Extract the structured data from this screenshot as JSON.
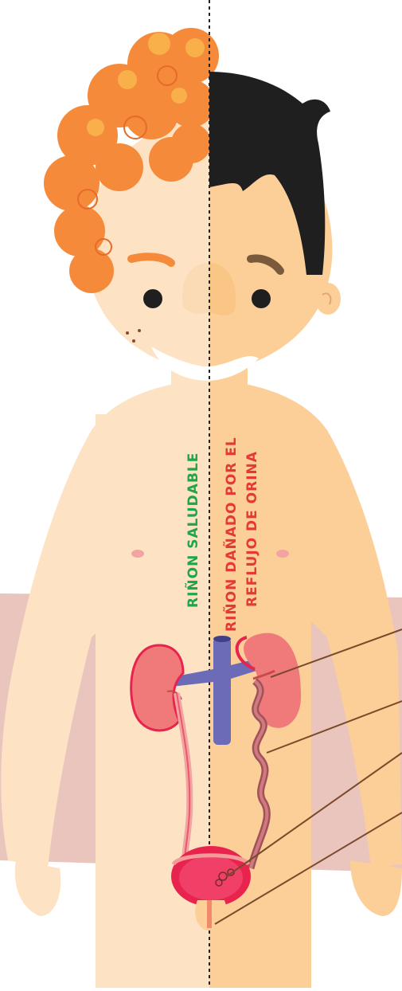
{
  "labels": {
    "healthy": "Riñon saludable",
    "damaged_line1": "Riñon dañado por el",
    "damaged_line2": "reflujo de orina"
  },
  "colors": {
    "healthy_label": "#1fa64a",
    "damaged_label": "#e53935",
    "skin_light": "#fde3c3",
    "skin_dark": "#fccf99",
    "hair_orange": "#f58a3b",
    "hair_dark": "#1f1f1f",
    "background_band": "#e9c5bd",
    "kidney": "#f07a7a",
    "bladder": "#e8234d",
    "vein": "#6b6bb8",
    "leader_line": "#7a4a2a"
  },
  "icons": [
    "healthy-kidney-icon",
    "damaged-kidney-icon",
    "bladder-icon",
    "vena-cava-icon"
  ]
}
